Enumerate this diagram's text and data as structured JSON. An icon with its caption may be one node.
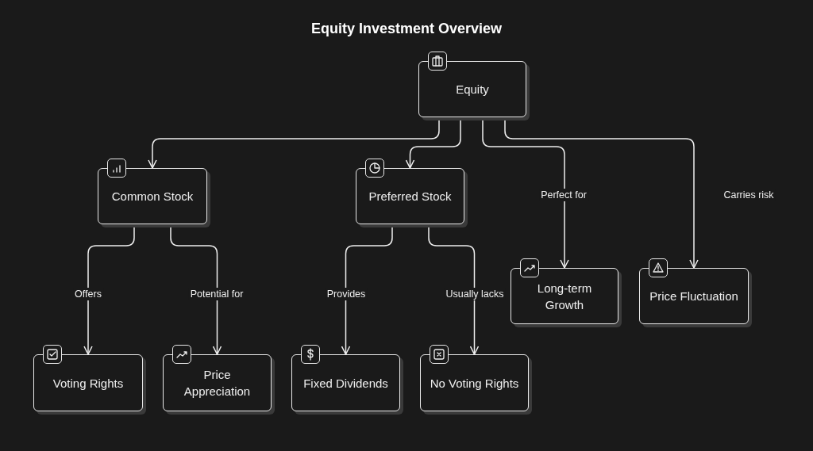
{
  "diagram": {
    "title": "Equity Investment Overview",
    "nodes": [
      {
        "text": [
          "Equity"
        ]
      },
      {
        "text": [
          "Common Stock"
        ]
      },
      {
        "text": [
          "Preferred Stock"
        ]
      },
      {
        "text": [
          "Long-term Growth"
        ]
      },
      {
        "text": [
          "Price Fluctuation"
        ]
      },
      {
        "text": [
          "Voting Rights"
        ]
      },
      {
        "text": [
          "Price Appreciation"
        ]
      },
      {
        "text": [
          "Fixed Dividends"
        ]
      },
      {
        "text": [
          "No Voting Rights"
        ]
      }
    ],
    "edges": [
      {
        "from": 0,
        "to": 1,
        "arrow": "to"
      },
      {
        "from": 0,
        "to": 2,
        "arrow": "to"
      },
      {
        "from": 0,
        "to": 3,
        "arrow": "to",
        "label": "Perfect for"
      },
      {
        "from": 0,
        "to": 4,
        "arrow": "to",
        "label": "Carries risk"
      },
      {
        "from": 1,
        "to": 5,
        "arrow": "to",
        "label": "Offers"
      },
      {
        "from": 1,
        "to": 6,
        "arrow": "to",
        "label": "Potential for"
      },
      {
        "from": 2,
        "to": 7,
        "arrow": "to",
        "label": "Provides"
      },
      {
        "from": 2,
        "to": 8,
        "arrow": "to",
        "label": "Usually lacks"
      }
    ]
  }
}
